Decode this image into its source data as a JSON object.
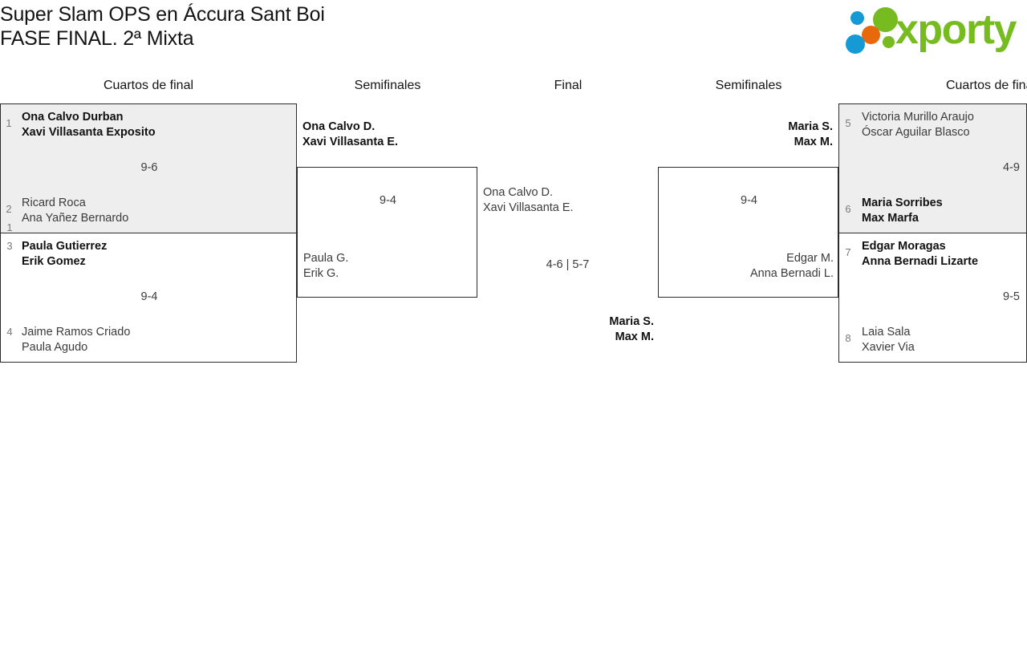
{
  "header": {
    "title_line_1": "Super Slam OPS en Áccura Sant Boi",
    "title_line_2": "FASE FINAL. 2ª Mixta",
    "logo_text": "xporty",
    "logo_colors": {
      "green": "#76bc21",
      "blue": "#159ad6",
      "orange": "#e8690b"
    }
  },
  "rounds": [
    {
      "label": "Cuartos de final"
    },
    {
      "label": "Semifinales"
    },
    {
      "label": "Final"
    },
    {
      "label": "Semifinales"
    },
    {
      "label": "Cuartos de final"
    }
  ],
  "bracket": {
    "left_quarterfinals": [
      {
        "score": "9-6",
        "top": {
          "seed": "1",
          "line1": "Ona Calvo Durban",
          "line2": "Xavi Villasanta Exposito",
          "winner": true
        },
        "bottom": {
          "seed": "2",
          "line1": "Ricard Roca",
          "line2": "Ana Yañez Bernardo",
          "winner": false
        }
      },
      {
        "score": "9-4",
        "top": {
          "seed": "3",
          "line1": "Paula Gutierrez",
          "line2": "Erik Gomez",
          "winner": true
        },
        "bottom": {
          "seed": "4",
          "line1": "Jaime Ramos Criado",
          "line2": "Paula Agudo",
          "winner": false
        }
      }
    ],
    "left_semifinal": {
      "score": "9-4",
      "top": {
        "line1": "Ona Calvo D.",
        "line2": "Xavi Villasanta E.",
        "winner": true
      },
      "bottom": {
        "line1": "Paula G.",
        "line2": "Erik G.",
        "winner": false
      }
    },
    "final": {
      "score": "4-6 | 5-7",
      "left": {
        "line1": "Ona Calvo D.",
        "line2": "Xavi Villasanta E.",
        "winner": false
      },
      "right": {
        "line1": "Maria S.",
        "line2": "Max M.",
        "winner": true
      }
    },
    "right_semifinal": {
      "score": "9-4",
      "top": {
        "line1": "Maria S.",
        "line2": "Max M.",
        "winner": true
      },
      "bottom": {
        "line1": "Edgar M.",
        "line2": "Anna Bernadi L.",
        "winner": false
      }
    },
    "right_quarterfinals": [
      {
        "score": "4-9",
        "top": {
          "seed": "5",
          "line1": "Victoria Murillo Araujo",
          "line2": "Óscar Aguilar Blasco",
          "winner": false
        },
        "bottom": {
          "seed": "6",
          "line1": "Maria Sorribes",
          "line2": "Max Marfa",
          "winner": true
        }
      },
      {
        "score": "9-5",
        "top": {
          "seed": "7",
          "line1": "Edgar Moragas",
          "line2": "Anna Bernadi Lizarte",
          "winner": true
        },
        "bottom": {
          "seed": "8",
          "line1": "Laia Sala",
          "line2": "Xavier Via",
          "winner": false
        }
      }
    ]
  }
}
